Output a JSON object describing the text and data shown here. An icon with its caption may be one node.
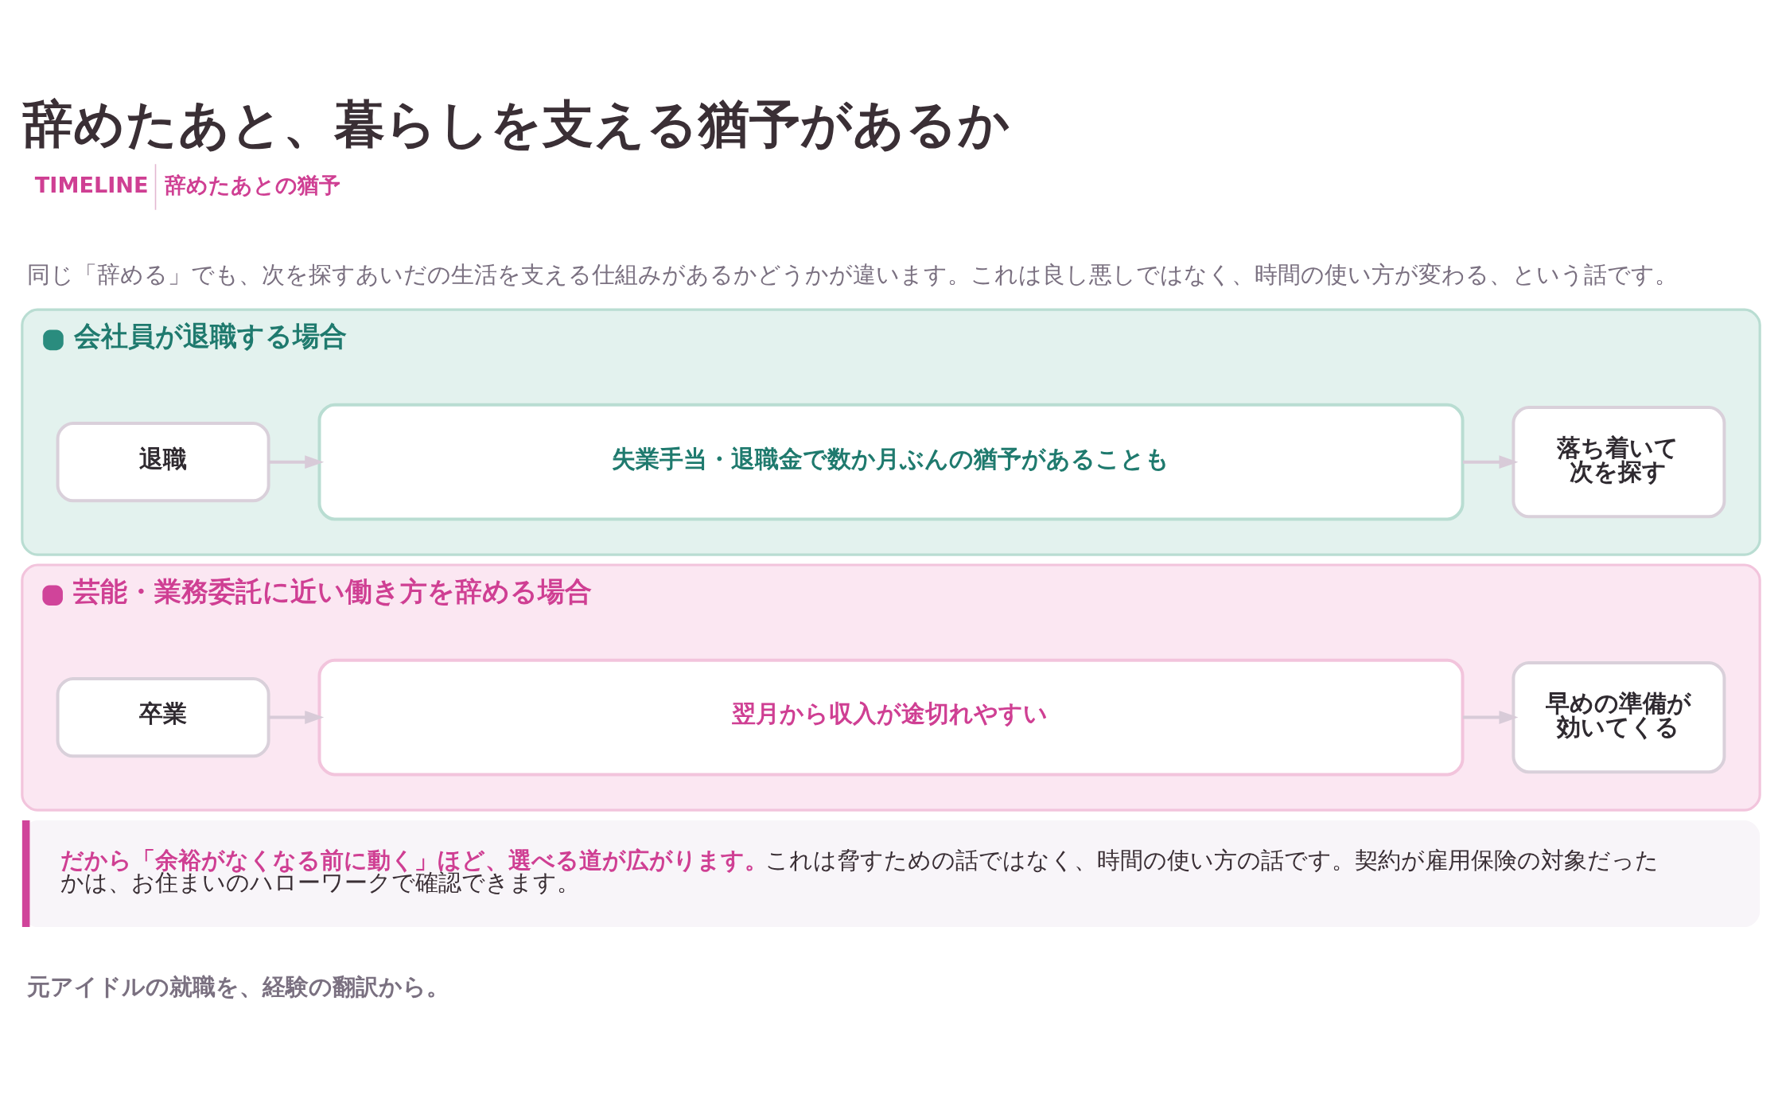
{
  "diagram": {
    "title": "辞めたあと、暮らしを支える猶予があるか",
    "nodes": [
      {
        "text": [
          "会社員が退職する場合"
        ]
      },
      {
        "text": [
          "退職"
        ],
        "in": 0
      },
      {
        "text": [
          "失業手当・退職金で数か月ぶんの猶予があることも"
        ],
        "in": 0
      },
      {
        "text": [
          "落ち着いて次を探す"
        ],
        "in": 0
      },
      {
        "text": [
          "芸能・業務委託に近い働き方を辞める場合"
        ]
      },
      {
        "text": [
          "卒業"
        ],
        "in": 4
      },
      {
        "text": [
          "翌月から収入が途切れやすい"
        ],
        "in": 4
      },
      {
        "text": [
          "早めの準備が効いてくる"
        ],
        "in": 4
      }
    ],
    "edges": [
      {
        "from": 1,
        "to": 2,
        "arrow": "to"
      },
      {
        "from": 2,
        "to": 3,
        "arrow": "to"
      },
      {
        "from": 5,
        "to": 6,
        "arrow": "to"
      },
      {
        "from": 6,
        "to": 7,
        "arrow": "to"
      }
    ],
    "labels": [
      "TIMELINE",
      "辞めたあとの猶予",
      "同じ「辞める」でも、次を探すあいだの生活を支える仕組みがあるかどうかが違います。これは良し悪しではなく、時間の使い方が変わる、という話です。",
      "だから「余裕がなくなる前に動く」ほど、選べる道が広がります。",
      "これは脅すための話ではなく、時間の使い方の話です。契約が雇用保険の対象だったかは、お住まいのハローワークで確認できます。",
      "元アイドルの就職を、経験の翻訳から。"
    ]
  }
}
